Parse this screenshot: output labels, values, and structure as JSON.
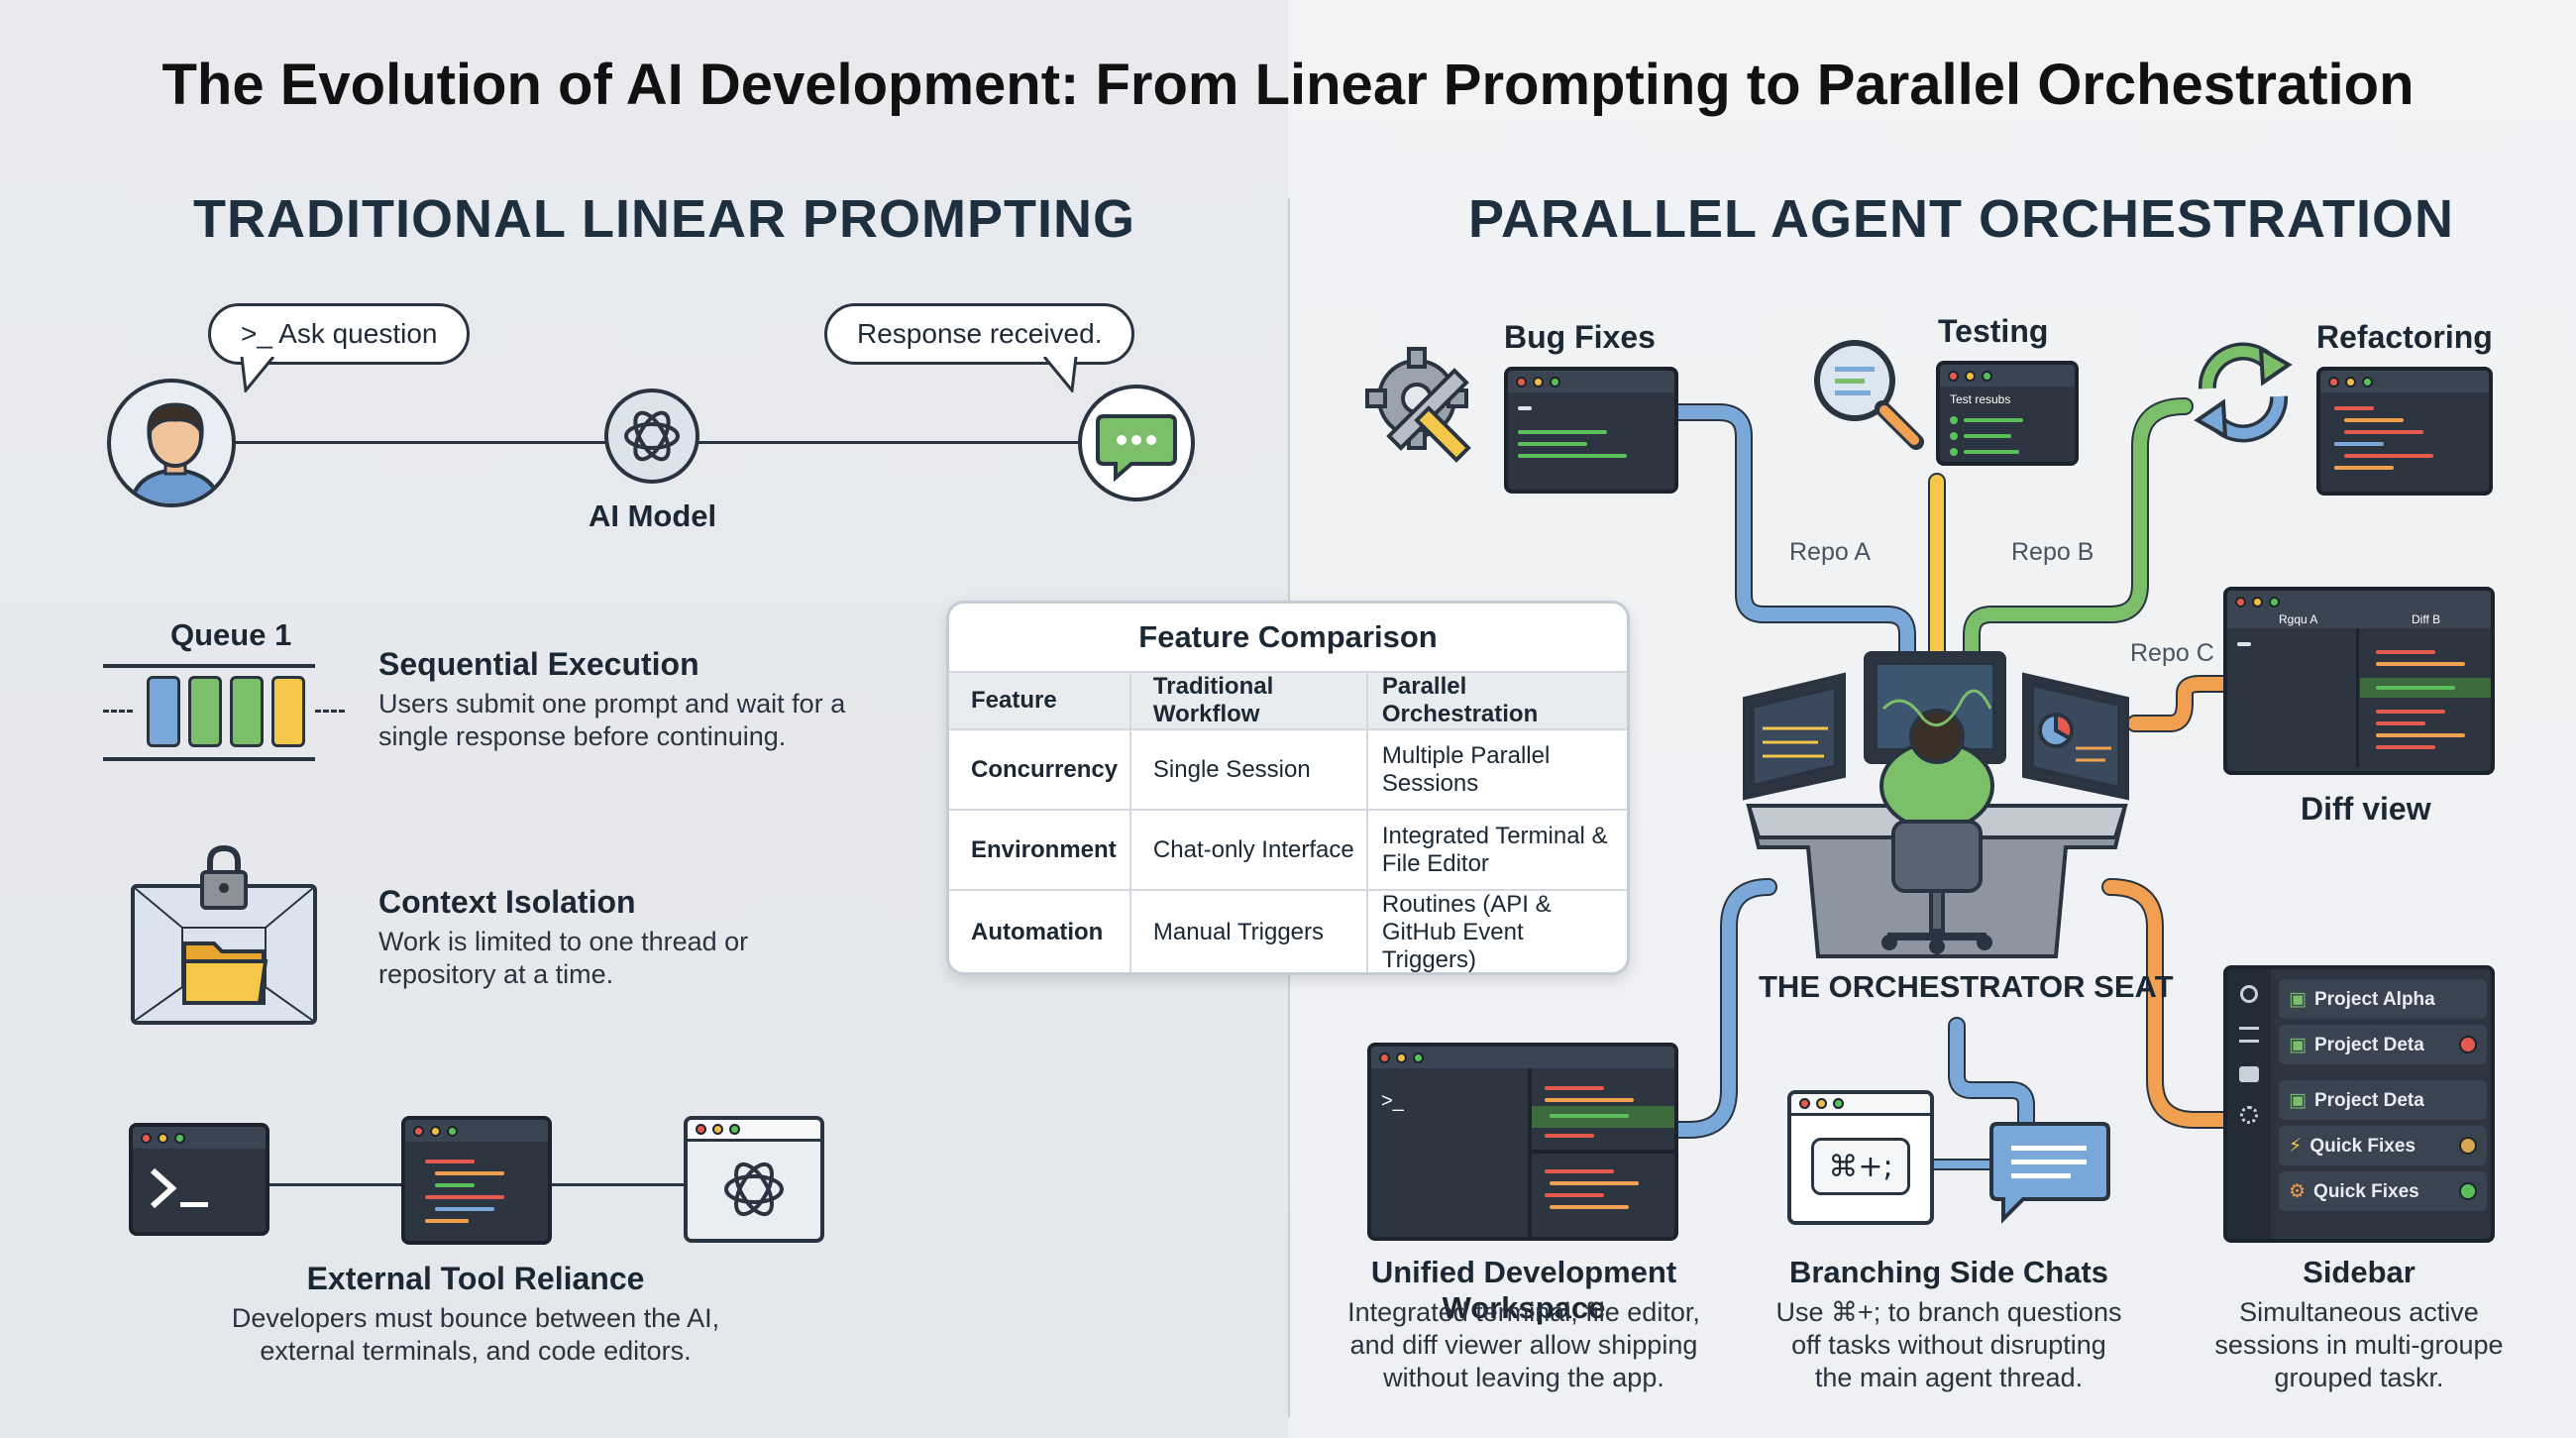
{
  "main_title": "The Evolution of AI Development: From Linear Prompting to Parallel Orchestration",
  "left": {
    "title": "TRADITIONAL LINEAR PROMPTING",
    "ask_bubble": ">_ Ask question",
    "response_bubble": "Response received.",
    "ai_model_label": "AI Model",
    "queue_label": "Queue 1",
    "sequential": {
      "title": "Sequential Execution",
      "text": "Users submit one prompt and wait for a single response before continuing."
    },
    "context": {
      "title": "Context Isolation",
      "text": "Work is limited to one thread or repository at a time."
    },
    "external": {
      "title": "External Tool Reliance",
      "text": "Developers must bounce between the AI, external terminals, and code editors."
    }
  },
  "table": {
    "title": "Feature Comparison",
    "headers": [
      "Feature",
      "Traditional Workflow",
      "Parallel Orchestration"
    ],
    "rows": [
      [
        "Concurrency",
        "Single Session",
        "Multiple Parallel Sessions"
      ],
      [
        "Environment",
        "Chat-only Interface",
        "Integrated Terminal & File Editor"
      ],
      [
        "Automation",
        "Manual Triggers",
        "Routines (API & GitHub Event Triggers)"
      ]
    ]
  },
  "right": {
    "title": "PARALLEL AGENT ORCHESTRATION",
    "bug_fixes": "Bug Fixes",
    "testing": "Testing",
    "test_results": "Test resubs",
    "refactoring": "Refactoring",
    "repo_a": "Repo A",
    "repo_b": "Repo B",
    "repo_c": "Repo C",
    "diff_view": "Diff view",
    "diff_tab_a": "Rgqu A",
    "diff_tab_b": "Diff B",
    "seat_label": "THE ORCHESTRATOR SEAT",
    "shortcut": "⌘+;",
    "workspace": {
      "title": "Unified Development Workspace",
      "text": "Integrated terminal, file editor, and diff viewer allow shipping without leaving the app."
    },
    "side_chats": {
      "title": "Branching Side Chats",
      "text": "Use ⌘+; to branch questions off tasks without disrupting the main agent thread."
    },
    "sidebar": {
      "title": "Sidebar",
      "text": "Simultaneous active sessions in multi-groupe grouped taskr.",
      "items": [
        "Project Alpha",
        "Project Deta",
        "Project Deta",
        "Quick Fixes",
        "Quick Fixes"
      ]
    }
  },
  "colors": {
    "orange": "#f0a050",
    "blue": "#7aa8d8",
    "green": "#7bbf6a",
    "yellow": "#f5c84c",
    "dark": "#2c3540"
  }
}
